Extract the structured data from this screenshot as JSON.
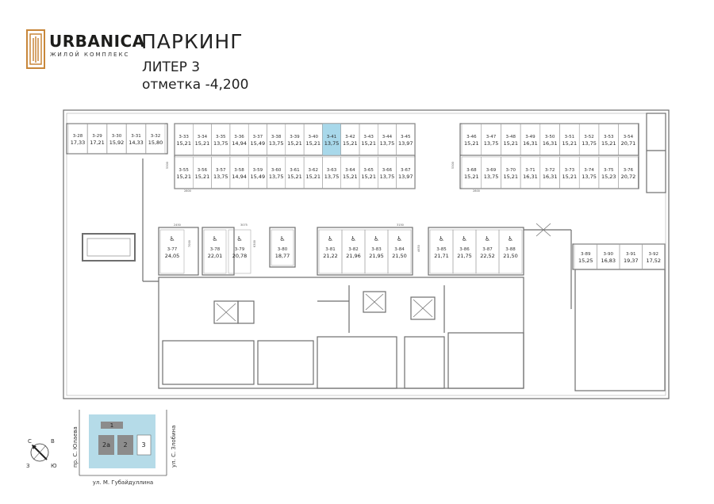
{
  "brand": {
    "name": "URBANICA",
    "tagline": "ЖИЛОЙ КОМПЛЕКС",
    "colors": {
      "accent": "#c8873a",
      "dark": "#1d1d1b",
      "highlight": "#a8d8ea",
      "map_block": "#b5dbe8",
      "map_building": "#8c8c8c"
    }
  },
  "header": {
    "title": "ПАРКИНГ",
    "subtitle": "ЛИТЕР 3",
    "level": "отметка -4,200"
  },
  "selected_space": "3-41",
  "spaces": [
    {
      "id": "3-28",
      "area": "17,33"
    },
    {
      "id": "3-29",
      "area": "17,21"
    },
    {
      "id": "3-30",
      "area": "15,92"
    },
    {
      "id": "3-31",
      "area": "14,33"
    },
    {
      "id": "3-32",
      "area": "15,80"
    },
    {
      "id": "3-33",
      "area": "15,21"
    },
    {
      "id": "3-34",
      "area": "15,21"
    },
    {
      "id": "3-35",
      "area": "13,75"
    },
    {
      "id": "3-36",
      "area": "14,94"
    },
    {
      "id": "3-37",
      "area": "15,49"
    },
    {
      "id": "3-38",
      "area": "13,75"
    },
    {
      "id": "3-39",
      "area": "15,21"
    },
    {
      "id": "3-40",
      "area": "15,21"
    },
    {
      "id": "3-41",
      "area": "13,75"
    },
    {
      "id": "3-42",
      "area": "15,21"
    },
    {
      "id": "3-43",
      "area": "15,21"
    },
    {
      "id": "3-44",
      "area": "13,75"
    },
    {
      "id": "3-45",
      "area": "13,97"
    },
    {
      "id": "3-55",
      "area": "15,21"
    },
    {
      "id": "3-56",
      "area": "15,21"
    },
    {
      "id": "3-57",
      "area": "13,75"
    },
    {
      "id": "3-58",
      "area": "14,94"
    },
    {
      "id": "3-59",
      "area": "15,49"
    },
    {
      "id": "3-60",
      "area": "13,75"
    },
    {
      "id": "3-61",
      "area": "15,21"
    },
    {
      "id": "3-62",
      "area": "15,21"
    },
    {
      "id": "3-63",
      "area": "13,75"
    },
    {
      "id": "3-64",
      "area": "15,21"
    },
    {
      "id": "3-65",
      "area": "15,21"
    },
    {
      "id": "3-66",
      "area": "13,75"
    },
    {
      "id": "3-67",
      "area": "13,97"
    },
    {
      "id": "3-46",
      "area": "15,21"
    },
    {
      "id": "3-47",
      "area": "13,75"
    },
    {
      "id": "3-48",
      "area": "15,21"
    },
    {
      "id": "3-49",
      "area": "16,31"
    },
    {
      "id": "3-50",
      "area": "16,31"
    },
    {
      "id": "3-51",
      "area": "15,21"
    },
    {
      "id": "3-52",
      "area": "13,75"
    },
    {
      "id": "3-53",
      "area": "15,21"
    },
    {
      "id": "3-54",
      "area": "20,71"
    },
    {
      "id": "3-68",
      "area": "15,21"
    },
    {
      "id": "3-69",
      "area": "13,75"
    },
    {
      "id": "3-70",
      "area": "15,21"
    },
    {
      "id": "3-71",
      "area": "16,31"
    },
    {
      "id": "3-72",
      "area": "16,31"
    },
    {
      "id": "3-73",
      "area": "15,21"
    },
    {
      "id": "3-74",
      "area": "13,75"
    },
    {
      "id": "3-75",
      "area": "15,23"
    },
    {
      "id": "3-76",
      "area": "20,72"
    },
    {
      "id": "3-77",
      "area": "24,05"
    },
    {
      "id": "3-78",
      "area": "22,01"
    },
    {
      "id": "3-79",
      "area": "20,78"
    },
    {
      "id": "3-80",
      "area": "18,77"
    },
    {
      "id": "3-81",
      "area": "21,22"
    },
    {
      "id": "3-82",
      "area": "21,96"
    },
    {
      "id": "3-83",
      "area": "21,95"
    },
    {
      "id": "3-84",
      "area": "21,50"
    },
    {
      "id": "3-85",
      "area": "21,71"
    },
    {
      "id": "3-86",
      "area": "21,75"
    },
    {
      "id": "3-87",
      "area": "22,52"
    },
    {
      "id": "3-88",
      "area": "21,50"
    },
    {
      "id": "3-89",
      "area": "15,25"
    },
    {
      "id": "3-90",
      "area": "16,83"
    },
    {
      "id": "3-91",
      "area": "19,37"
    },
    {
      "id": "3-92",
      "area": "17,52"
    }
  ],
  "dimensions": [
    "5300",
    "2800",
    "5300",
    "2800",
    "2450",
    "7000",
    "3075",
    "6300",
    "3150",
    "4650"
  ],
  "site_map": {
    "blocks": [
      "1",
      "2а",
      "2",
      "3"
    ],
    "streets": {
      "west": "пр. С. Юлаева",
      "east": "ул. С. Злобина",
      "south": "ул. М. Губайдуллина"
    },
    "compass": {
      "n": "С",
      "e": "В",
      "s": "Ю",
      "w": "З"
    }
  }
}
